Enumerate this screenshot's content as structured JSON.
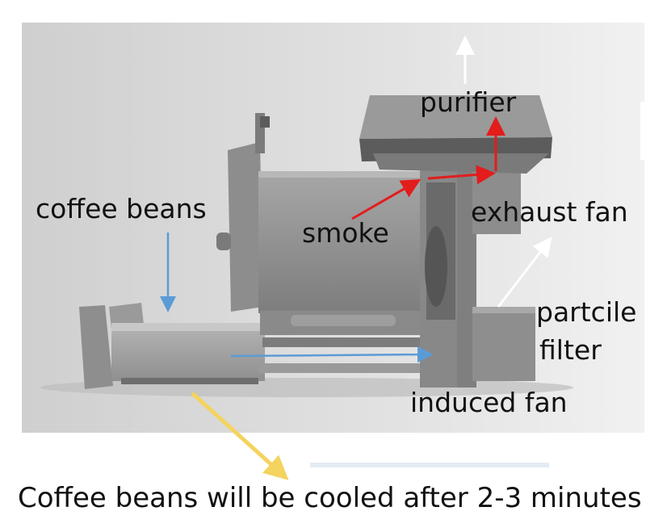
{
  "labels": {
    "coffee_beans": "coffee beans",
    "smoke": "smoke",
    "purifier": "purifier",
    "exhaust_fan": "exhaust fan",
    "partcile": "partcile",
    "filter": "filter",
    "induced_fan": "induced fan"
  },
  "caption": "Coffee beans will be cooled after 2-3 minutes",
  "colors": {
    "blue_arrow": "#5b9bd5",
    "red_arrow": "#e31c1c",
    "white_arrow": "#ffffff",
    "yellow_arrow": "#f4d35e",
    "machine_gray": "#8c8c8c",
    "background_gray": "#dedede"
  }
}
